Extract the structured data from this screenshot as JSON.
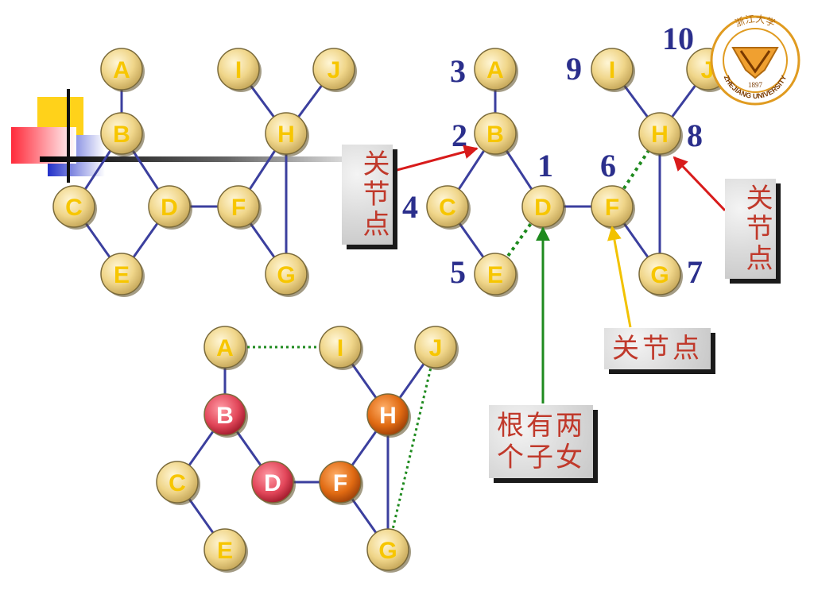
{
  "nodes": {
    "A": "A",
    "B": "B",
    "C": "C",
    "D": "D",
    "E": "E",
    "F": "F",
    "G": "G",
    "H": "H",
    "I": "I",
    "J": "J"
  },
  "dfs_numbers": {
    "A": "3",
    "B": "2",
    "C": "4",
    "D": "1",
    "E": "5",
    "F": "6",
    "G": "7",
    "H": "8",
    "I": "9",
    "J": "10"
  },
  "callouts": {
    "articulation_left": "关节点",
    "articulation_right": "关节点",
    "articulation_f": "关节点",
    "root_line1": "根有两",
    "root_line2": "个子女"
  },
  "colors": {
    "node_fill": "#f2d98a",
    "node_stroke": "#7a6a3a",
    "node_text": "#f7c600",
    "edge": "#3b3f9e",
    "back_edge": "#1e8a1e",
    "articulation_red": "#e2475a",
    "articulation_orange": "#e06a12",
    "arrow_red": "#d81b1b",
    "arrow_yellow": "#f2c200",
    "arrow_green": "#1e8a1e",
    "number_color": "#2b2f8c"
  },
  "logo": {
    "text": "ZHEJIANG UNIVERSITY",
    "year": "1897",
    "chinese": "浙江大学"
  }
}
